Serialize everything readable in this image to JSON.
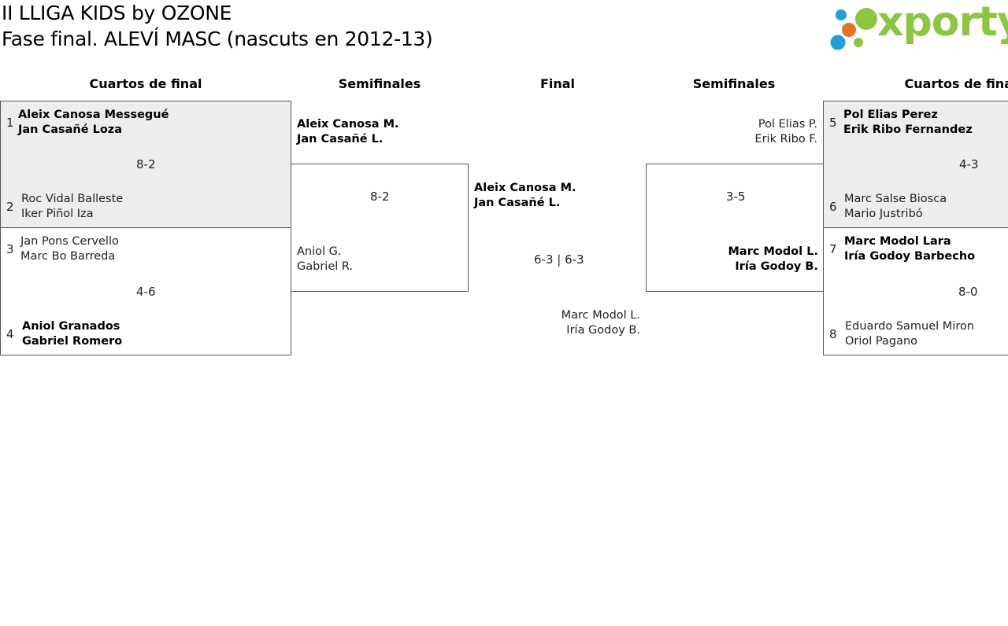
{
  "header": {
    "title_line1": "II LLIGA KIDS by OZONE",
    "title_line2": "Fase final. ALEVÍ MASC (nascuts en 2012-13)"
  },
  "logo": {
    "text": "xporty",
    "icon": "xporty-dots-logo-icon",
    "colors": {
      "text": "#8cc63f",
      "dot_green": "#8cc63f",
      "dot_orange": "#e8731e",
      "dot_blue": "#1ea0e0"
    }
  },
  "rounds": {
    "left_quarters": "Cuartos de final",
    "left_semis": "Semifinales",
    "final": "Final",
    "right_semis": "Semifinales",
    "right_quarters": "Cuartos de final"
  },
  "quarterfinals": [
    {
      "score": "8-2",
      "top": {
        "seed": "1",
        "p1": "Aleix Canosa Messegué",
        "p2": "Jan Casañé Loza"
      },
      "bottom": {
        "seed": "2",
        "p1": "Roc Vidal Balleste",
        "p2": "Iker Piñol Iza"
      }
    },
    {
      "score": "4-6",
      "top": {
        "seed": "3",
        "p1": "Jan Pons Cervello",
        "p2": "Marc Bo Barreda"
      },
      "bottom": {
        "seed": "4",
        "p1": "Aniol Granados",
        "p2": "Gabriel Romero"
      }
    },
    {
      "score": "4-3",
      "top": {
        "seed": "5",
        "p1": "Pol Elias Perez",
        "p2": "Erik Ribo Fernandez"
      },
      "bottom": {
        "seed": "6",
        "p1": "Marc Salse Biosca",
        "p2": "Mario Justribó"
      }
    },
    {
      "score": "8-0",
      "top": {
        "seed": "7",
        "p1": "Marc Modol Lara",
        "p2": "Iría Godoy Barbecho"
      },
      "bottom": {
        "seed": "8",
        "p1": "Eduardo Samuel Miron",
        "p2": "Oriol Pagano"
      }
    }
  ],
  "semifinals": [
    {
      "score": "8-2",
      "top": {
        "p1": "Aleix Canosa M.",
        "p2": "Jan Casañé L."
      },
      "bottom": {
        "p1": "Aniol G.",
        "p2": "Gabriel R."
      }
    },
    {
      "score": "3-5",
      "top": {
        "p1": "Pol Elias P.",
        "p2": "Erik Ribo F."
      },
      "bottom": {
        "p1": "Marc Modol L.",
        "p2": "Iría Godoy B."
      }
    }
  ],
  "final": {
    "score": "6-3 | 6-3",
    "top": {
      "p1": "Aleix Canosa M.",
      "p2": "Jan Casañé L."
    },
    "bottom": {
      "p1": "Marc Modol L.",
      "p2": "Iría Godoy B."
    }
  }
}
